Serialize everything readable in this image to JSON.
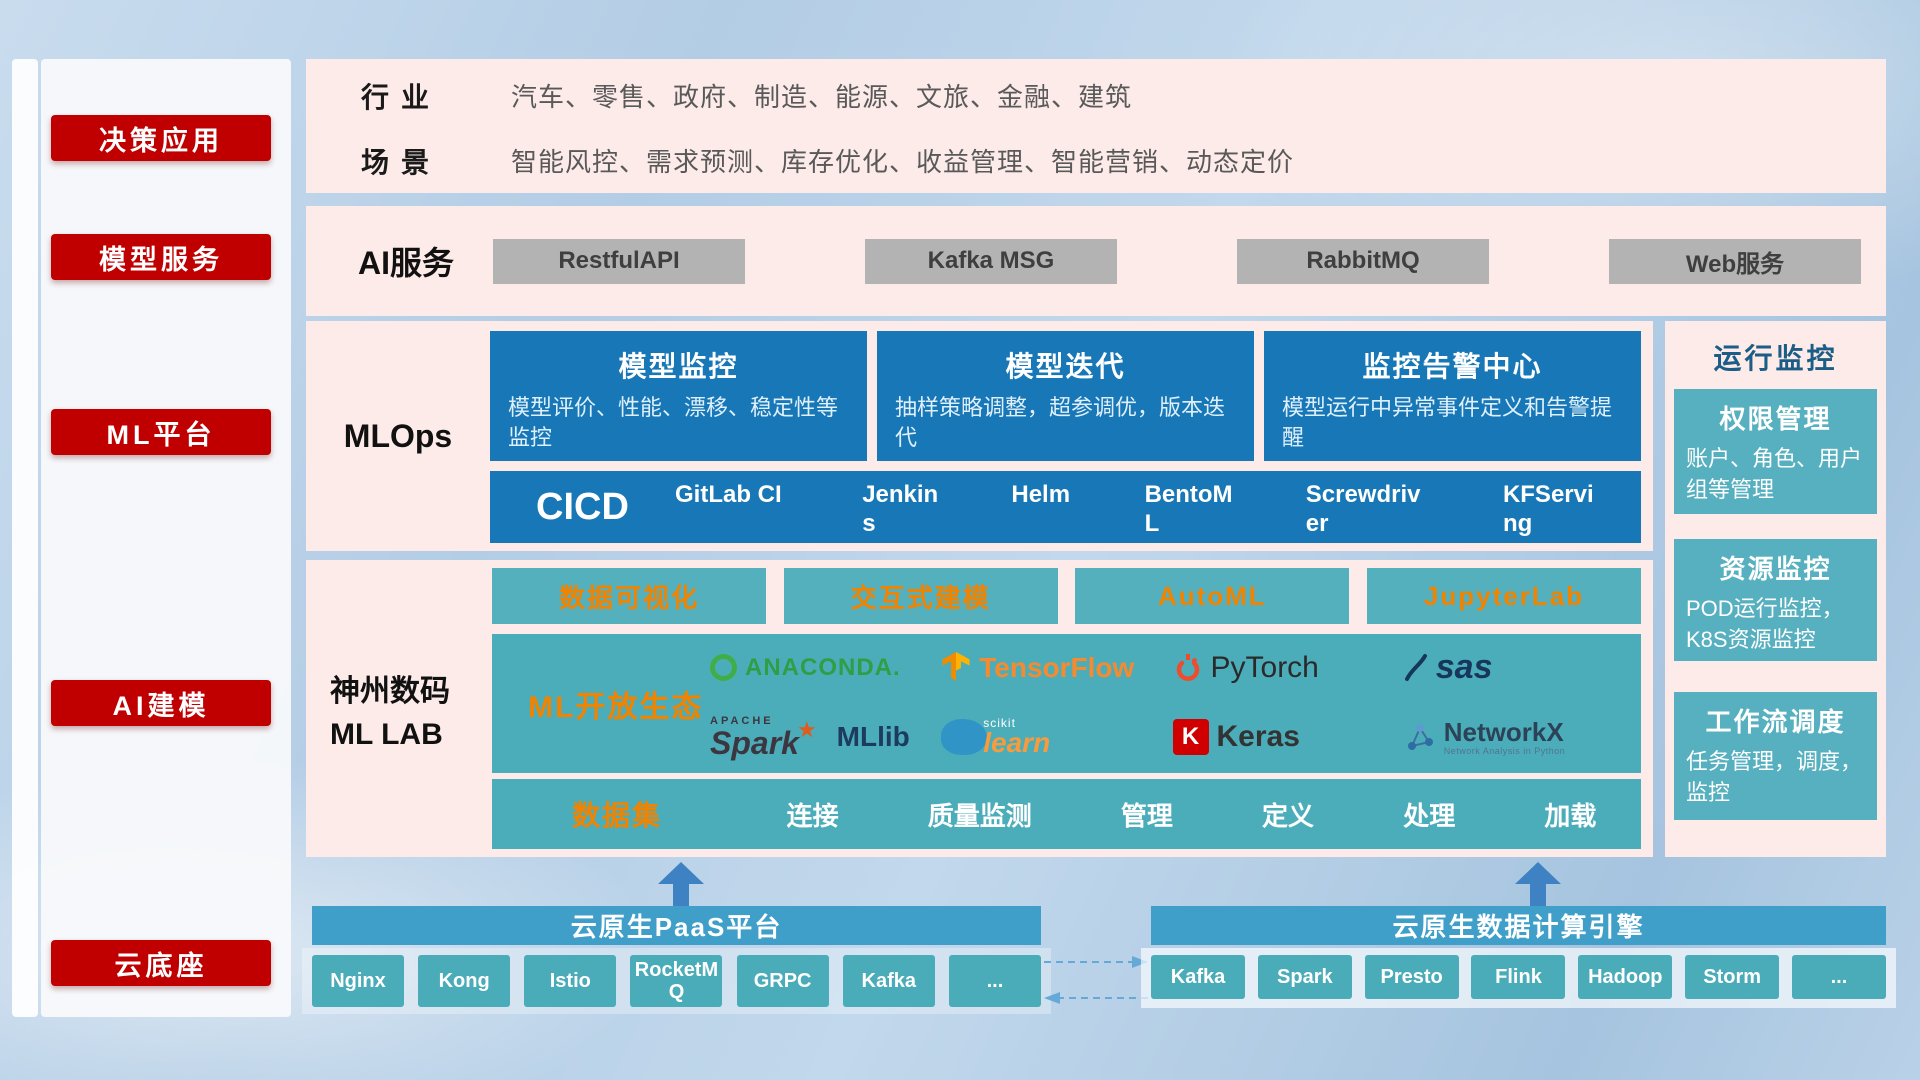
{
  "colors": {
    "accent_red": "#c00000",
    "panel_pink": "#fcebe8",
    "primary_blue": "#1877b6",
    "teal": "#4cadba",
    "header_blue": "#3f9fc9",
    "accent_orange": "#f08300",
    "gray_button": "#b3b3b3"
  },
  "sidebar": {
    "items": [
      {
        "label": "决策应用"
      },
      {
        "label": "模型服务"
      },
      {
        "label": "ML平台"
      },
      {
        "label": "AI建模"
      },
      {
        "label": "云底座"
      }
    ]
  },
  "industry": {
    "rows": [
      {
        "label": "行业",
        "value": "汽车、零售、政府、制造、能源、文旅、金融、建筑"
      },
      {
        "label": "场景",
        "value": "智能风控、需求预测、库存优化、收益管理、智能营销、动态定价"
      }
    ]
  },
  "ai_service": {
    "label": "AI服务",
    "buttons": [
      {
        "label": "RestfulAPI"
      },
      {
        "label": "Kafka MSG"
      },
      {
        "label": "RabbitMQ"
      },
      {
        "label": "Web服务"
      }
    ]
  },
  "mlops": {
    "label": "MLOps",
    "cards": [
      {
        "title": "模型监控",
        "desc": "模型评价、性能、漂移、稳定性等监控"
      },
      {
        "title": "模型迭代",
        "desc": "抽样策略调整，超参调优，版本迭代"
      },
      {
        "title": "监控告警中心",
        "desc": "模型运行中异常事件定义和告警提醒"
      }
    ],
    "cicd": {
      "title": "CICD",
      "items": [
        {
          "label": "GitLab CI"
        },
        {
          "label": "Jenkins"
        },
        {
          "label": "Helm"
        },
        {
          "label": "BentoML"
        },
        {
          "label": "Screwdriver"
        },
        {
          "label": "KFServing"
        }
      ]
    }
  },
  "mllab": {
    "label_line1": "神州数码",
    "label_line2": "ML LAB",
    "top_buttons": [
      {
        "label": "数据可视化"
      },
      {
        "label": "交互式建模"
      },
      {
        "label": "AutoML"
      },
      {
        "label": "JupyterLab"
      }
    ],
    "ecosystem": {
      "label": "ML开放生态",
      "logos": [
        {
          "name": "Anaconda",
          "label": "ANACONDA."
        },
        {
          "name": "TensorFlow",
          "label": "TensorFlow"
        },
        {
          "name": "PyTorch",
          "label": "PyTorch"
        },
        {
          "name": "SAS",
          "label": "sas"
        },
        {
          "name": "Apache Spark MLlib",
          "apache": "APACHE",
          "label": "Spark",
          "suffix": "MLlib"
        },
        {
          "name": "scikit-learn",
          "top": "scikit",
          "label": "learn"
        },
        {
          "name": "Keras",
          "initial": "K",
          "label": "Keras"
        },
        {
          "name": "NetworkX",
          "label": "NetworkX",
          "subtitle": "Network Analysis in Python"
        }
      ]
    },
    "dataset": {
      "label": "数据集",
      "items": [
        {
          "label": "连接"
        },
        {
          "label": "质量监测"
        },
        {
          "label": "管理"
        },
        {
          "label": "定义"
        },
        {
          "label": "处理"
        },
        {
          "label": "加载"
        }
      ]
    }
  },
  "monitoring": {
    "title": "运行监控",
    "cards": [
      {
        "title": "权限管理",
        "desc": "账户、角色、用户组等管理"
      },
      {
        "title": "资源监控",
        "desc": "POD运行监控，K8S资源监控"
      },
      {
        "title": "工作流调度",
        "desc": "任务管理，调度，监控"
      }
    ]
  },
  "foundation": {
    "paas": {
      "title": "云原生PaaS平台",
      "chips": [
        {
          "label": "Nginx"
        },
        {
          "label": "Kong"
        },
        {
          "label": "Istio"
        },
        {
          "label": "RocketMQ"
        },
        {
          "label": "GRPC"
        },
        {
          "label": "Kafka"
        },
        {
          "label": "..."
        }
      ]
    },
    "engine": {
      "title": "云原生数据计算引擎",
      "chips": [
        {
          "label": "Kafka"
        },
        {
          "label": "Spark"
        },
        {
          "label": "Presto"
        },
        {
          "label": "Flink"
        },
        {
          "label": "Hadoop"
        },
        {
          "label": "Storm"
        },
        {
          "label": "..."
        }
      ]
    }
  }
}
